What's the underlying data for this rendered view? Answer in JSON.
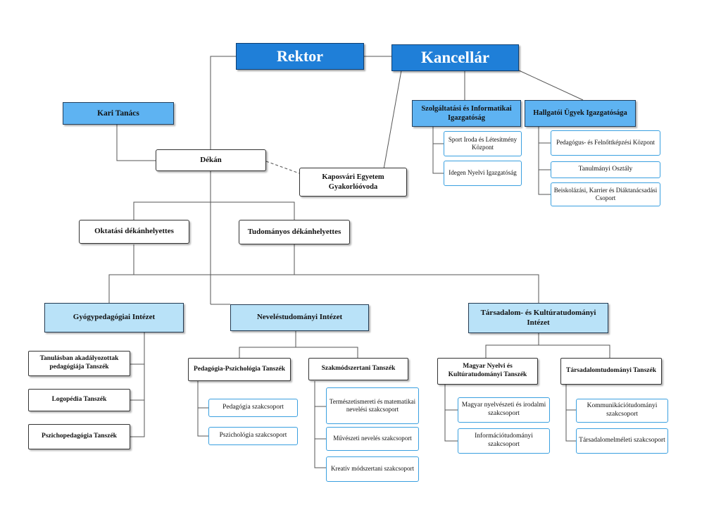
{
  "org": {
    "rektor": "Rektor",
    "kancellar": "Kancellár",
    "kari_tanacs": "Kari Tanács",
    "dekan": "Dékán",
    "ovoda": "Kaposvári Egyetem Gyakorlóóvoda",
    "szolgaltatasi": "Szolgáltatási és Informatikai Igazgatóság",
    "sport": "Sport Iroda és Létesítmény Központ",
    "idegen_nyelvi": "Idegen Nyelvi Igazgatóság",
    "hallgatoi": "Hallgatói Ügyek Igazgatósága",
    "pedagogus_kepzes": "Pedagógus- és Felnőttképzési Központ",
    "tanulmanyi": "Tanulmányi Osztály",
    "beiskolazasi": "Beiskolázási, Karrier és Diáktanácsadási Csoport",
    "oktatasi_dh": "Oktatási dékánhelyettes",
    "tudomanyos_dh": "Tudományos dékánhelyettes",
    "gyogypedagogiai": "Gyógypedagógiai Intézet",
    "tanulasban": "Tanulásban akadályozottak pedagógiája Tanszék",
    "logopedia": "Logopédia Tanszék",
    "pszichopedagogia": "Pszichopedagógia Tanszék",
    "neveles": "Neveléstudományi Intézet",
    "ped_pszich_tanszek": "Pedagógia-Pszichológia Tanszék",
    "pedagogia_szcs": "Pedagógia szakcsoport",
    "pszichologia_szcs": "Pszichológia szakcsoport",
    "szakmodszertani": "Szakmódszertani Tanszék",
    "termeszet_szcs": "Természetismereti és matematikai nevelési szakcsoport",
    "muveszeti_szcs": "Művészeti nevelés szakcsoport",
    "kreativ_szcs": "Kreatív módszertani szakcsoport",
    "tarsadalom_kultura": "Társadalom- és Kultúratudományi Intézet",
    "magyar_nyelvi": "Magyar Nyelvi és Kultúratudományi Tanszék",
    "magyar_szcs": "Magyar nyelvészeti és irodalmi szakcsoport",
    "informacio_szcs": "Információtudományi szakcsoport",
    "tarsadalomtud": "Társadalomtudományi Tanszék",
    "kommunikacio_szcs": "Kommunikációtudományi szakcsoport",
    "tarsadalomelm_szcs": "Társadalomelméleti szakcsoport"
  }
}
